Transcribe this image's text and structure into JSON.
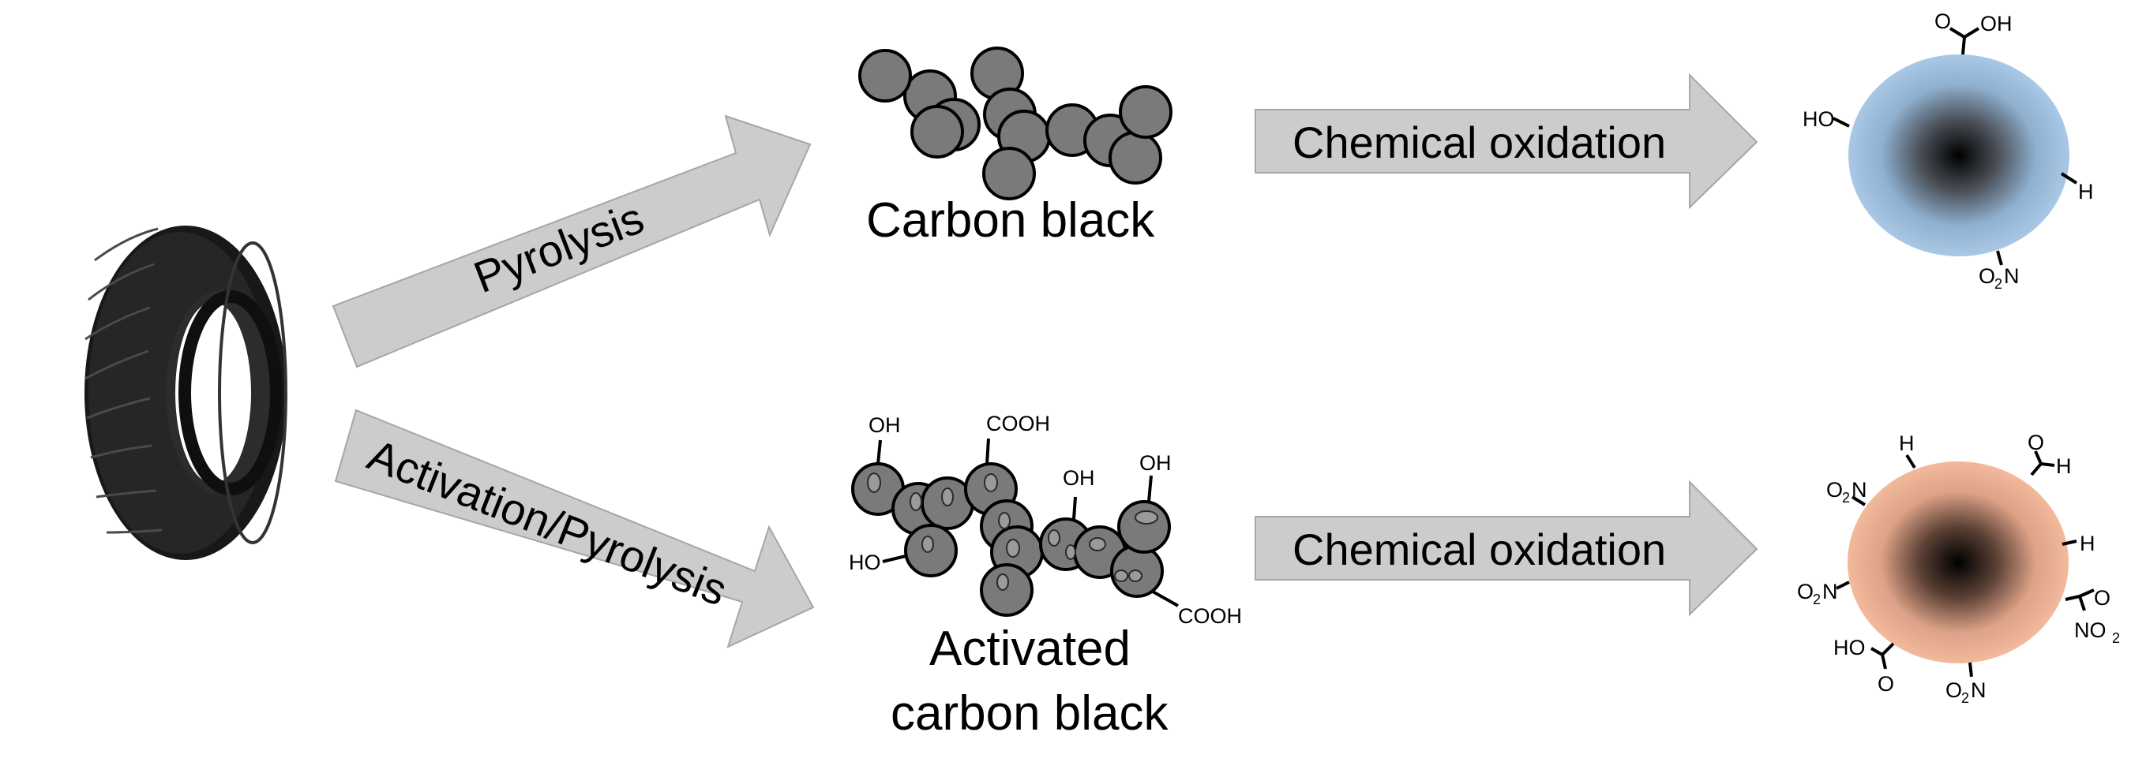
{
  "arrows": {
    "pyrolysis": "Pyrolysis",
    "activation_pyrolysis": "Activation/Pyrolysis",
    "oxidation_top": "Chemical oxidation",
    "oxidation_bottom": "Chemical oxidation"
  },
  "labels": {
    "carbon_black": "Carbon black",
    "activated_line1": "Activated",
    "activated_line2": "carbon black"
  },
  "activated_groups": {
    "oh_1": "OH",
    "cooh_top": "COOH",
    "oh_2": "OH",
    "oh_3": "OH",
    "ho_left": "HO",
    "cooh_bottom": "COOH"
  },
  "top_sphere_groups": {
    "carbonyl_o": "O",
    "carboxyl_oh": "OH",
    "ho": "HO",
    "h": "H",
    "nitro_o": "O",
    "nitro_sub": "2",
    "nitro_n": "N"
  },
  "bottom_sphere_groups": {
    "h_top": "H",
    "aldehyde_o": "O",
    "aldehyde_h": "H",
    "o2n_upper_o": "O",
    "o2n_upper_sub": "2",
    "o2n_upper_n": "N",
    "h_right": "H",
    "o2n_left_o": "O",
    "o2n_left_sub": "2",
    "o2n_left_n": "N",
    "right_o": "O",
    "no2_n": "NO",
    "no2_sub": "2",
    "ho_bottom": "HO",
    "o_bottom": "O",
    "o2n_bottom_o": "O",
    "o2n_bottom_sub": "2",
    "o2n_bottom_n": "N"
  },
  "colors": {
    "arrow_fill": "#cccccc",
    "arrow_stroke": "#a6a6a6",
    "particle_fill": "#7a7a7a",
    "top_sphere_outer": "#a9c8e6",
    "bottom_sphere_outer": "#f2b99b",
    "sphere_core": "#000000",
    "tire_dark": "#1f1f1f"
  },
  "icons": {
    "tire": "tire-icon"
  }
}
